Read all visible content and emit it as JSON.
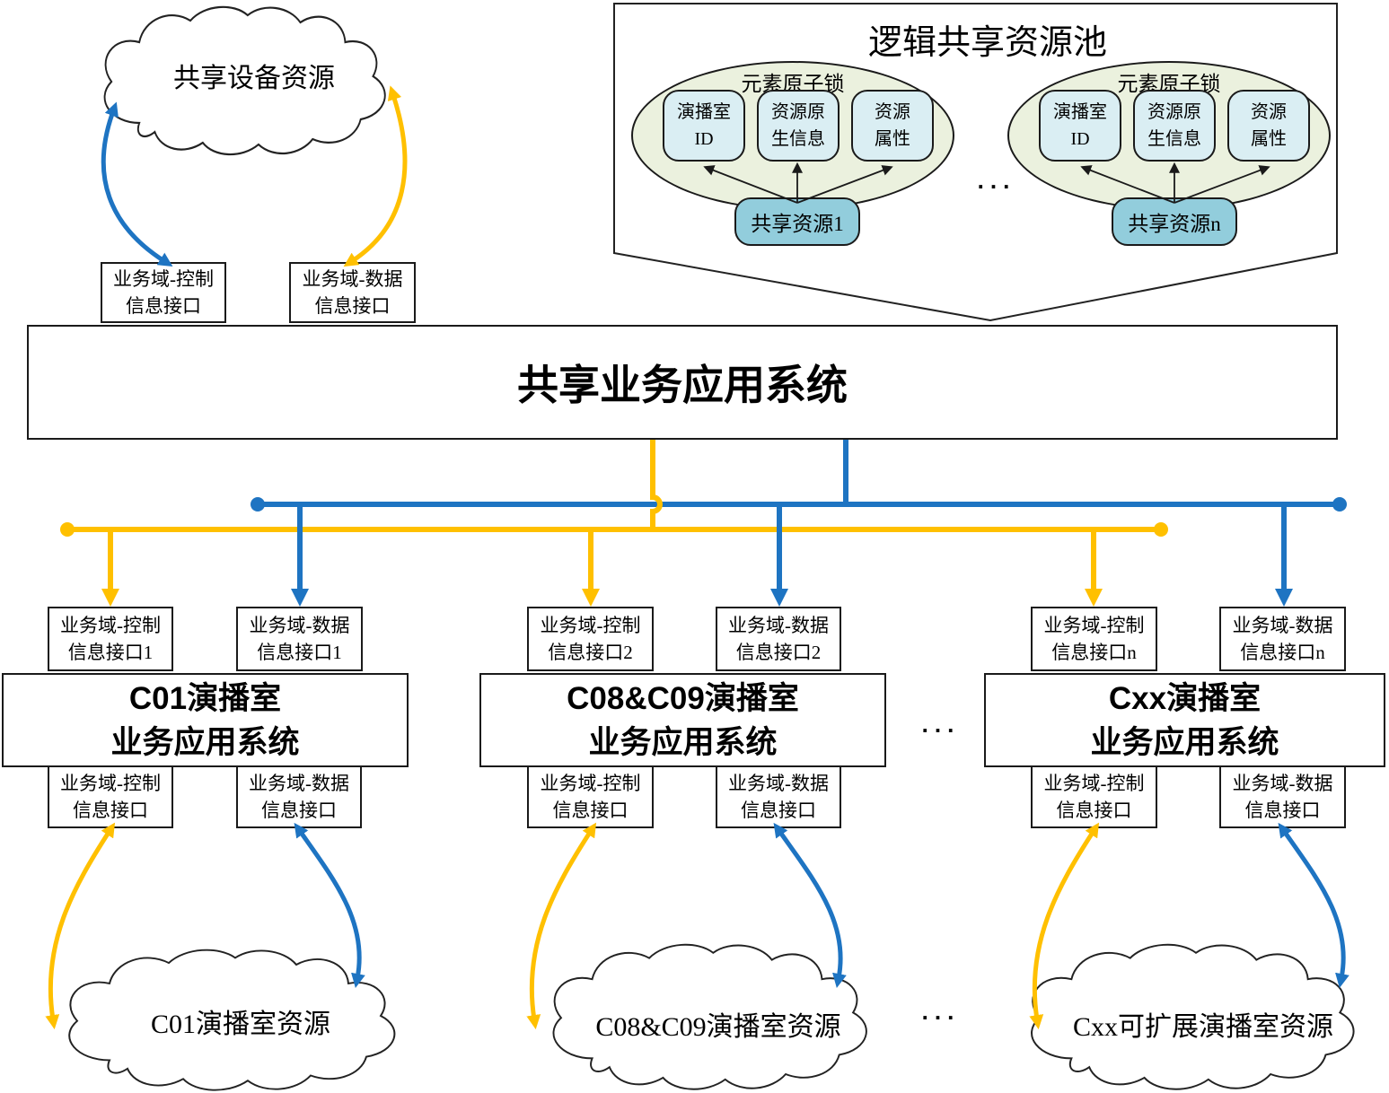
{
  "colors": {
    "control_yellow": "#FFC000",
    "data_blue": "#1E74C2",
    "pool_ellipse_fill": "#EBF1DE",
    "attr_box_fill": "#DAEEF3",
    "resource_box_fill": "#92CDDC"
  },
  "device_cloud": {
    "label": "共享设备资源"
  },
  "top_interfaces": {
    "control": "业务域-控制\n信息接口",
    "data": "业务域-数据\n信息接口"
  },
  "pool": {
    "title": "逻辑共享资源池",
    "ellipsis": "...",
    "groups": [
      {
        "lock": "元素原子锁",
        "attrs": [
          "演播室\nID",
          "资源原\n生信息",
          "资源\n属性"
        ],
        "resource": "共享资源1"
      },
      {
        "lock": "元素原子锁",
        "attrs": [
          "演播室\nID",
          "资源原\n生信息",
          "资源\n属性"
        ],
        "resource": "共享资源n"
      }
    ]
  },
  "main_system": {
    "label": "共享业务应用系统"
  },
  "systems": [
    {
      "name": "C01演播室\n业务应用系统",
      "top_control": "业务域-控制\n信息接口1",
      "top_data": "业务域-数据\n信息接口1",
      "bottom_control": "业务域-控制\n信息接口",
      "bottom_data": "业务域-数据\n信息接口",
      "cloud": "C01演播室资源"
    },
    {
      "name": "C08&C09演播室\n业务应用系统",
      "top_control": "业务域-控制\n信息接口2",
      "top_data": "业务域-数据\n信息接口2",
      "bottom_control": "业务域-控制\n信息接口",
      "bottom_data": "业务域-数据\n信息接口",
      "cloud": "C08&C09演播室资源"
    },
    {
      "name": "Cxx演播室\n业务应用系统",
      "top_control": "业务域-控制\n信息接口n",
      "top_data": "业务域-数据\n信息接口n",
      "bottom_control": "业务域-控制\n信息接口",
      "bottom_data": "业务域-数据\n信息接口",
      "cloud": "Cxx可扩展演播室资源"
    }
  ],
  "separators": {
    "systems": "...",
    "clouds": "..."
  }
}
